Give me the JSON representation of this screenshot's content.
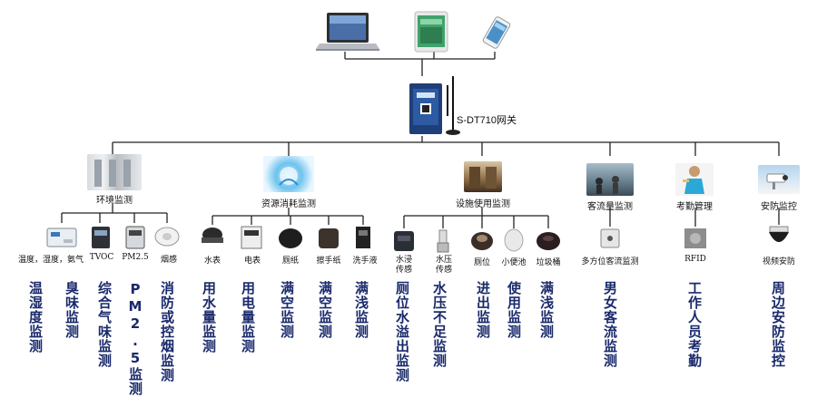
{
  "gateway": {
    "label": "S-DT710网关"
  },
  "top_devices": [
    "laptop-icon",
    "tablet-icon",
    "phone-icon"
  ],
  "categories": {
    "env": "环境监测",
    "resource": "资源消耗监测",
    "facility": "设施使用监测",
    "traffic": "客流量监测",
    "attendance": "考勤管理",
    "security": "安防监控"
  },
  "devices": {
    "temp": "温度，湿度，氨气",
    "tvoc": "TVOC",
    "pm": "PM2.5",
    "smoke": "烟感",
    "water_meter": "水表",
    "elec_meter": "电表",
    "toilet_paper": "厕纸",
    "hand_paper": "擦手纸",
    "soap": "洗手液",
    "immersion": "水浸\n传感",
    "pressure": "水压\n传感",
    "stall": "厕位",
    "urinal": "小便池",
    "trash": "垃圾桶",
    "people_counter": "多方位客流监测",
    "rfid": "RFID",
    "video": "视频安防"
  },
  "functions": {
    "f1": "温湿度监测",
    "f2": "臭味监测",
    "f3": "综合气味监测",
    "f4": "PM2.5监测",
    "f5": "消防或控烟监测",
    "f6": "用水量监测",
    "f7": "用电量监测",
    "f8": "满空监测",
    "f9": "满空监测",
    "f10": "满浅监测",
    "f11": "厕位水溢出监测",
    "f12": "水压不足监测",
    "f13": "进出监测",
    "f14": "使用监测",
    "f15": "满浅监测",
    "f16": "男女客流监测",
    "f17": "工作人员考勤",
    "f18": "周边安防监控"
  },
  "colors": {
    "function_text": "#1a2a6c",
    "line": "#222222"
  }
}
